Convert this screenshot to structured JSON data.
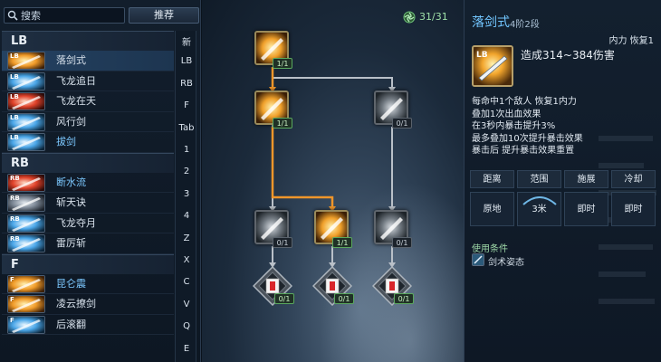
{
  "search": {
    "placeholder": "搜索",
    "recommend_label": "推荐"
  },
  "groups": [
    {
      "name": "LB",
      "skills": [
        {
          "key": "LB",
          "name": "落剑式",
          "selected": true,
          "highlight": false,
          "thumb": "orange"
        },
        {
          "key": "LB",
          "name": "飞龙追日",
          "selected": false,
          "highlight": false,
          "thumb": "blue"
        },
        {
          "key": "LB",
          "name": "飞龙在天",
          "selected": false,
          "highlight": false,
          "thumb": "red"
        },
        {
          "key": "LB",
          "name": "风行剑",
          "selected": false,
          "highlight": false,
          "thumb": "blue"
        },
        {
          "key": "LB",
          "name": "拔剑",
          "selected": false,
          "highlight": true,
          "thumb": "blue"
        }
      ]
    },
    {
      "name": "RB",
      "skills": [
        {
          "key": "RB",
          "name": "断水流",
          "selected": false,
          "highlight": true,
          "thumb": "red"
        },
        {
          "key": "RB",
          "name": "斩天诀",
          "selected": false,
          "highlight": false,
          "thumb": "grey"
        },
        {
          "key": "RB",
          "name": "飞龙夺月",
          "selected": false,
          "highlight": false,
          "thumb": "blue"
        },
        {
          "key": "RB",
          "name": "雷厉斩",
          "selected": false,
          "highlight": false,
          "thumb": "blue"
        }
      ]
    },
    {
      "name": "F",
      "skills": [
        {
          "key": "F",
          "name": "昆仑震",
          "selected": false,
          "highlight": true,
          "thumb": "orange"
        },
        {
          "key": "F",
          "name": "凌云撩剑",
          "selected": false,
          "highlight": false,
          "thumb": "orange"
        },
        {
          "key": "F",
          "name": "后滚翻",
          "selected": false,
          "highlight": false,
          "thumb": "blue"
        }
      ]
    }
  ],
  "keys": [
    "新",
    "LB",
    "RB",
    "F",
    "Tab",
    "1",
    "2",
    "3",
    "4",
    "Z",
    "X",
    "C",
    "V",
    "Q",
    "E"
  ],
  "tree": {
    "points": "31/31",
    "nodes": [
      {
        "id": "n1",
        "active": true,
        "badge": "1/1"
      },
      {
        "id": "n2",
        "active": true,
        "badge": "1/1"
      },
      {
        "id": "n3",
        "active": false,
        "badge": "0/1"
      },
      {
        "id": "n4",
        "active": false,
        "badge": "0/1"
      },
      {
        "id": "n5",
        "active": true,
        "badge": "1/1"
      },
      {
        "id": "n6",
        "active": false,
        "badge": "0/1"
      },
      {
        "id": "n7",
        "active": false,
        "badge": "0/1"
      },
      {
        "id": "n8",
        "active": false,
        "badge": "0/1"
      },
      {
        "id": "n9",
        "active": false,
        "badge": "0/1"
      }
    ]
  },
  "detail": {
    "title": "落剑式",
    "stage": "4阶2段",
    "resource": "内力 恢复1",
    "icon_key": "LB",
    "damage": "造成314~384伤害",
    "description": [
      "每命中1个敌人 恢复1内力",
      "叠加1次出血效果",
      "在3秒内暴击提升3%",
      "最多叠加10次提升暴击效果",
      "暴击后 提升暴击效果重置"
    ],
    "stats": {
      "headers": [
        "距离",
        "范围",
        "施展",
        "冷却"
      ],
      "values": [
        "原地",
        "3米",
        "即时",
        "即时"
      ]
    },
    "condition_label": "使用条件",
    "condition_text": "剑术姿态"
  },
  "colors": {
    "accent_blue": "#72c6ff",
    "active_path": "#f0962a",
    "inactive_path": "#b9c0c8",
    "points_green": "#9fe0a8"
  }
}
